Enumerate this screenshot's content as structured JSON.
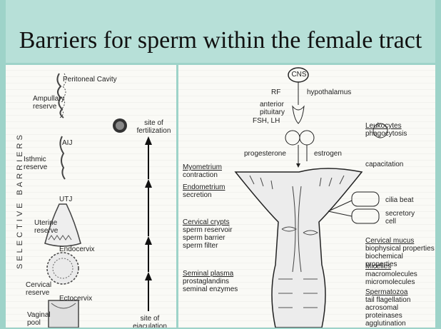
{
  "title": "Barriers for sperm within the female tract",
  "left": {
    "vertical_label": "SELECTIVE BARRIERS",
    "top_label": "Peritoneal Cavity",
    "regions": [
      "Ampullary reserve",
      "AIJ",
      "Isthmic reserve",
      "UTJ",
      "Uterine reserve",
      "Endocervix",
      "Cervical reserve",
      "Ectocervix",
      "Vaginal pool"
    ],
    "fertilization": "site of fertilization",
    "ejaculation": "site of ejaculation"
  },
  "right": {
    "cns": "CNS",
    "rf": "RF",
    "hypothalamus": "hypothalamus",
    "anterior_pituitary": "anterior pituitary",
    "fsh_lh": "FSH, LH",
    "progesterone": "progesterone",
    "estrogen": "estrogen",
    "left_labels": [
      {
        "h": "Myometrium",
        "t": "contraction"
      },
      {
        "h": "Endometrium",
        "t": "secretion"
      },
      {
        "h": "Cervical crypts",
        "t": "sperm reservoir\nsperm barrier\nsperm filter"
      },
      {
        "h": "Seminal plasma",
        "t": "prostaglandins\nseminal enzymes"
      }
    ],
    "right_labels": [
      {
        "h": "Leukocytes",
        "t": "phagocytosis"
      },
      {
        "h": "",
        "t": "capacitation"
      },
      {
        "h": "",
        "t": "cilia beat"
      },
      {
        "h": "",
        "t": "secretory\ncell"
      },
      {
        "h": "Cervical mucus",
        "t": "biophysical properties\nbiochemical properties"
      },
      {
        "h": "Micelles",
        "t": "macromolecules\nmicromolecules"
      },
      {
        "h": "Spermatozoa",
        "t": "tail flagellation\nacrosomal proteinases\nagglutination\nantibody formation"
      }
    ]
  }
}
